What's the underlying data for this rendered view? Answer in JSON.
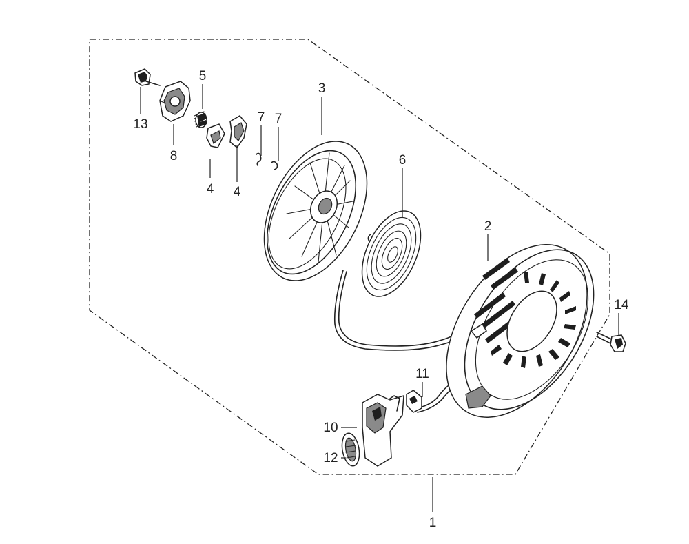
{
  "callouts": {
    "c1": "1",
    "c2": "2",
    "c3": "3",
    "c4a": "4",
    "c4b": "4",
    "c5": "5",
    "c6": "6",
    "c7a": "7",
    "c7b": "7",
    "c8": "8",
    "c10": "10",
    "c11": "11",
    "c12": "12",
    "c13": "13",
    "c14": "14"
  }
}
